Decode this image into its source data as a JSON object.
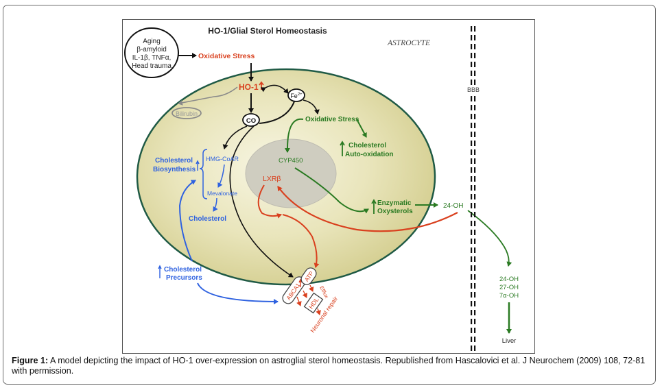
{
  "figure": {
    "title": "HO-1/Glial Sterol Homeostasis",
    "cell_label": "ASTROCYTE",
    "barrier_label": "BBB",
    "stimuli": [
      "Aging",
      "β-amyloid",
      "IL-1β, TNFα,",
      "Head trauma"
    ],
    "oxidative_stress_top": "Oxidative Stress",
    "ho1": "HO-1",
    "fe": "Fe",
    "fe_sup": "2+",
    "co": "CO",
    "bilirubin": "Bilirubin",
    "oxidative_stress_inner": "Oxidative Stress",
    "cholesterol_autoox": [
      "Cholesterol",
      "Auto-oxidation"
    ],
    "cyp450": "CYP450",
    "lxrb": "LXRβ",
    "chol_biosynthesis": [
      "Cholesterol",
      "Biosynthesis"
    ],
    "hmg_coar": "HMG-CoAR",
    "mevalonate": "Mevalonate",
    "cholesterol": "Cholesterol",
    "enzymatic_oxysterols": [
      "Enzymatic",
      "Oxysterols"
    ],
    "oh24": "24-OH",
    "chol_precursors": [
      "Cholesterol",
      "Precursors"
    ],
    "abca1": "ABCA1",
    "atp": "ATP",
    "hdl": "HDL",
    "efflux": "Efflux",
    "neuronal_repair": "Neuronal repair",
    "blood_oxysterols": [
      "24-OH",
      "27-OH",
      "7α-OH"
    ],
    "liver": "Liver"
  },
  "colors": {
    "red": "#d9401e",
    "green": "#2a7a22",
    "blue": "#2f62e0",
    "grey": "#8a8a8a",
    "membrane": "#1f5a45",
    "cytoplasm": "#ddd8a0",
    "nucleus": "#cfcdc0"
  },
  "caption": {
    "label": "Figure 1:",
    "text": " A model depicting the impact of HO-1 over-expression on astroglial sterol homeostasis. Republished from Hascalovici et al. J Neurochem (2009) 108, 72-81 with permission."
  }
}
